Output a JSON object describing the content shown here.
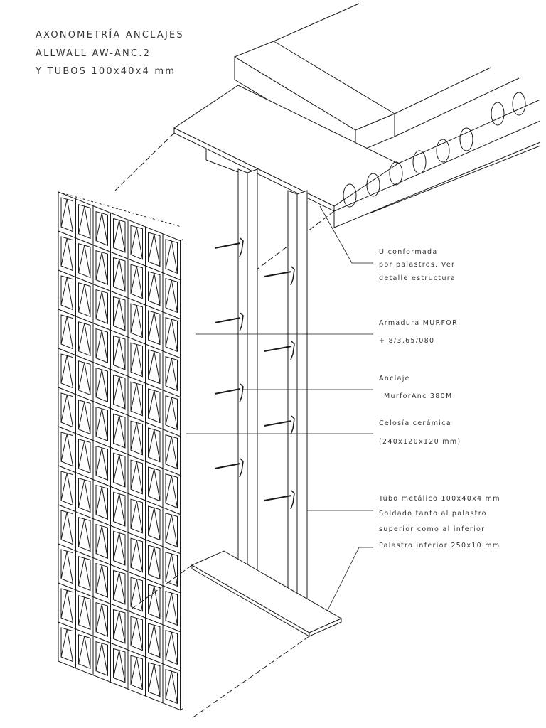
{
  "title": {
    "line1": "AXONOMETRÍA ANCLAJES",
    "line2": "ALLWALL AW-ANC.2",
    "line3": "Y TUBOS 100x40x4 mm"
  },
  "labels": {
    "u_line1": "U conformada",
    "u_line2": "por palastros. Ver",
    "u_line3": "detalle estructura",
    "armadura_line1": "Armadura MURFOR",
    "armadura_line2": "+ 8/3,65/080",
    "anclaje_line1": "Anclaje",
    "anclaje_line2": "MurforAnc 380M",
    "celosia_line1": "Celosía cerámica",
    "celosia_line2": "(240x120x120 mm)",
    "tubo_line1": "Tubo metálico 100x40x4 mm",
    "tubo_line2": "Soldado tanto al palastro",
    "tubo_line3": "superior como al inferior",
    "palastro_line1": "Palastro inferior 250x10 mm"
  },
  "colors": {
    "line": "#1a1a1a",
    "text": "#333333",
    "background": "#ffffff"
  }
}
